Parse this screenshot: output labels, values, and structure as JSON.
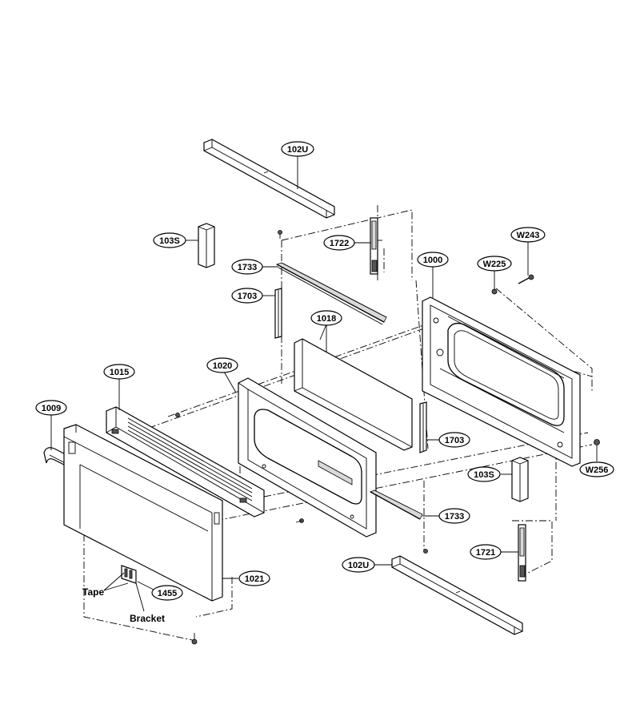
{
  "callouts": {
    "c102u_top": "102U",
    "c103s_left": "103S",
    "c1722": "1722",
    "c1733_top": "1733",
    "c1000": "1000",
    "c1703_left": "1703",
    "c1018": "1018",
    "cw225": "W225",
    "cw243": "W243",
    "c1015": "1015",
    "c1020": "1020",
    "c1009": "1009",
    "c1703_right": "1703",
    "c103s_right": "103S",
    "cw256": "W256",
    "c1733_bottom": "1733",
    "c1721": "1721",
    "c102u_bottom": "102U",
    "c1021": "1021",
    "c1455": "1455"
  },
  "text_labels": {
    "tape": "Tape",
    "bracket": "Bracket"
  },
  "colors": {
    "line": "#000000",
    "background": "#ffffff",
    "shade": "#d9d9d9"
  }
}
